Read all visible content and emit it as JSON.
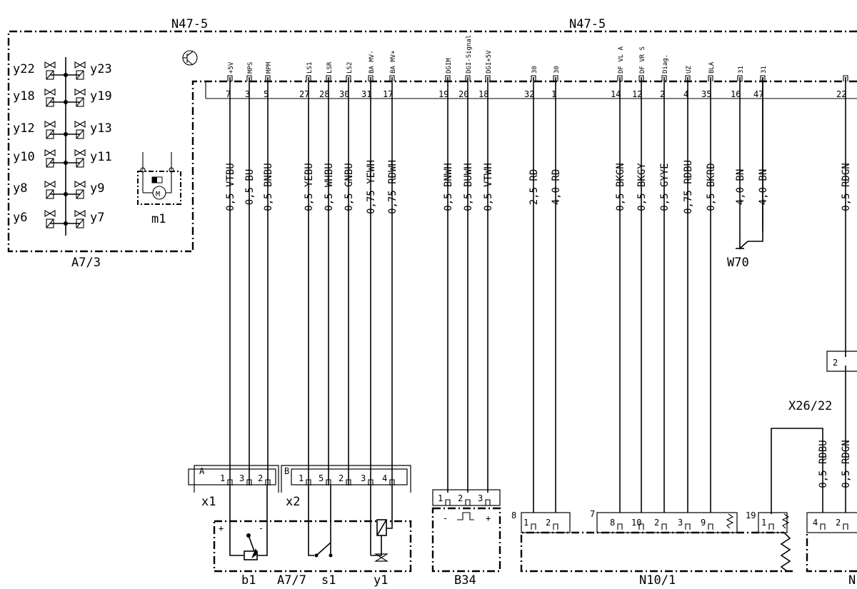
{
  "module": {
    "label_left": "N47-5",
    "label_right": "N47-5",
    "pins": [
      {
        "num": "7",
        "signal": "+5V",
        "wire": "0,5 VTBU"
      },
      {
        "num": "3",
        "signal": "MPS",
        "wire": "0,5 BU"
      },
      {
        "num": "5",
        "signal": "MPM",
        "wire": "0,5 BNBU"
      },
      {
        "num": "27",
        "signal": "LS1",
        "wire": "0,5 YEBU"
      },
      {
        "num": "28",
        "signal": "LSR",
        "wire": "0,5 WHBU"
      },
      {
        "num": "30",
        "signal": "LS2",
        "wire": "0,5 GNBU"
      },
      {
        "num": "31",
        "signal": "BA MV-",
        "wire": "0,75 YEWH"
      },
      {
        "num": "17",
        "signal": "BA MV+",
        "wire": "0,75 RDWH"
      },
      {
        "num": "19",
        "signal": "DGIM",
        "wire": "0,5 BNWH"
      },
      {
        "num": "20",
        "signal": "DGI-Signal",
        "wire": "0,5 BUWH"
      },
      {
        "num": "18",
        "signal": "DGI+5V",
        "wire": "0,5 VTWH"
      },
      {
        "num": "32",
        "signal": "30",
        "wire": "2,5 RD"
      },
      {
        "num": "1",
        "signal": "30",
        "wire": "4,0 RD"
      },
      {
        "num": "14",
        "signal": "DF VL A",
        "wire": "0,5 BKGN"
      },
      {
        "num": "12",
        "signal": "DF VR S",
        "wire": "0,5 BKGY"
      },
      {
        "num": "2",
        "signal": "Diag.",
        "wire": "0,5 GYYE"
      },
      {
        "num": "4",
        "signal": "UZ",
        "wire": "0,75 RDBU"
      },
      {
        "num": "35",
        "signal": "BLA",
        "wire": "0,5 BKRD"
      },
      {
        "num": "16",
        "signal": "31",
        "wire": "4,0 BN"
      },
      {
        "num": "47",
        "signal": "31",
        "wire": "4,0 BN"
      },
      {
        "num": "22",
        "signal": "",
        "wire": "0,5 RDGN"
      }
    ]
  },
  "a7_3": {
    "label": "A7/3",
    "valves_left": [
      "y22",
      "y18",
      "y12",
      "y10",
      "y8",
      "y6"
    ],
    "valves_right": [
      "y23",
      "y19",
      "y13",
      "y11",
      "y9",
      "y7"
    ],
    "motor_label": "m1",
    "motor_symbol": "M"
  },
  "connectors": {
    "x1": {
      "label": "x1",
      "letter": "A",
      "pins": [
        "1",
        "3",
        "2"
      ]
    },
    "x2": {
      "label": "x2",
      "letter": "B",
      "pins": [
        "1",
        "5",
        "2",
        "3",
        "4"
      ]
    },
    "b34": {
      "label": "B34",
      "pins": [
        "1",
        "2",
        "3"
      ],
      "minus": "-",
      "plus": "+"
    },
    "n10_1": {
      "label": "N10/1",
      "group1_num": "8",
      "group1_pins": [
        "1",
        "2"
      ],
      "group2_num": "7",
      "group2_pins": [
        "8",
        "10",
        "2",
        "3",
        "9"
      ],
      "group3_num": "19",
      "group3_pins": [
        "1"
      ]
    },
    "x26_22": {
      "label": "X26/22",
      "pin": "2"
    },
    "right_module": {
      "label": "N",
      "pins": [
        "4",
        "2"
      ],
      "wires": [
        "0,5 RDBU",
        "0,5 RDGN"
      ]
    }
  },
  "a7_7": {
    "label": "A7/7",
    "b1": "b1",
    "s1": "s1",
    "y1": "y1",
    "plus": "+",
    "minus": "-"
  },
  "ground": {
    "label": "W70"
  }
}
